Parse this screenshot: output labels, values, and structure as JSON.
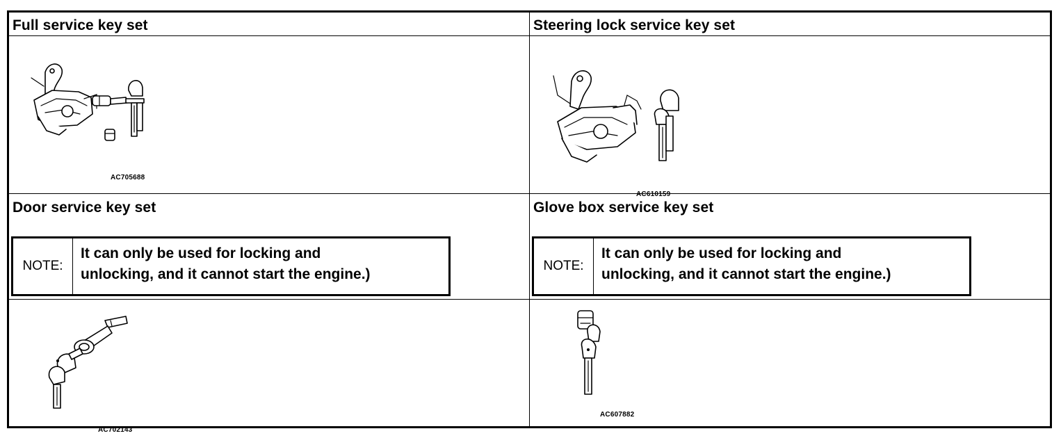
{
  "cells": {
    "full": {
      "title": "Full service key set",
      "code": "AC705688"
    },
    "steering": {
      "title": "Steering lock service key set",
      "code": "AC610159"
    },
    "door": {
      "title": "Door service key set",
      "code": "AC702143",
      "note": {
        "label": "NOTE:",
        "line1": "It can only be used for locking and",
        "line2": "unlocking, and it cannot start the engine.)"
      }
    },
    "glove": {
      "title": "Glove box service key set",
      "code": "AC607882",
      "note": {
        "label": "NOTE:",
        "line1": "It can only be used for locking and",
        "line2": "unlocking, and it cannot start the engine.)"
      }
    }
  }
}
